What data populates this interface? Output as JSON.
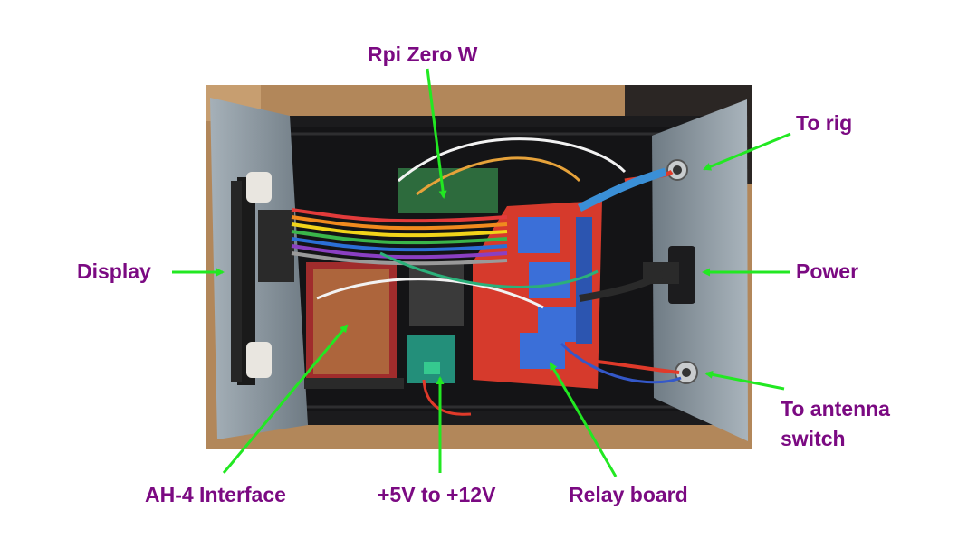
{
  "labels": {
    "rpi": "Rpi Zero W",
    "rig": "To rig",
    "display": "Display",
    "power": "Power",
    "antenna": "To antenna\nswitch",
    "ah4": "AH-4 Interface",
    "converter": "+5V to +12V",
    "relay": "Relay board"
  },
  "colors": {
    "label": "#7b0a82",
    "arrow": "#22e822",
    "background": "#ffffff",
    "photo_wood": "#b2875a",
    "enclosure": "#1b1b1d",
    "end_plate": "#8d99a2",
    "relay_board": "#d63a2c",
    "proto_board": "#2a2a2a"
  },
  "icons": {
    "arrow": "green-arrow-icon",
    "photo": "enclosure-photo"
  }
}
